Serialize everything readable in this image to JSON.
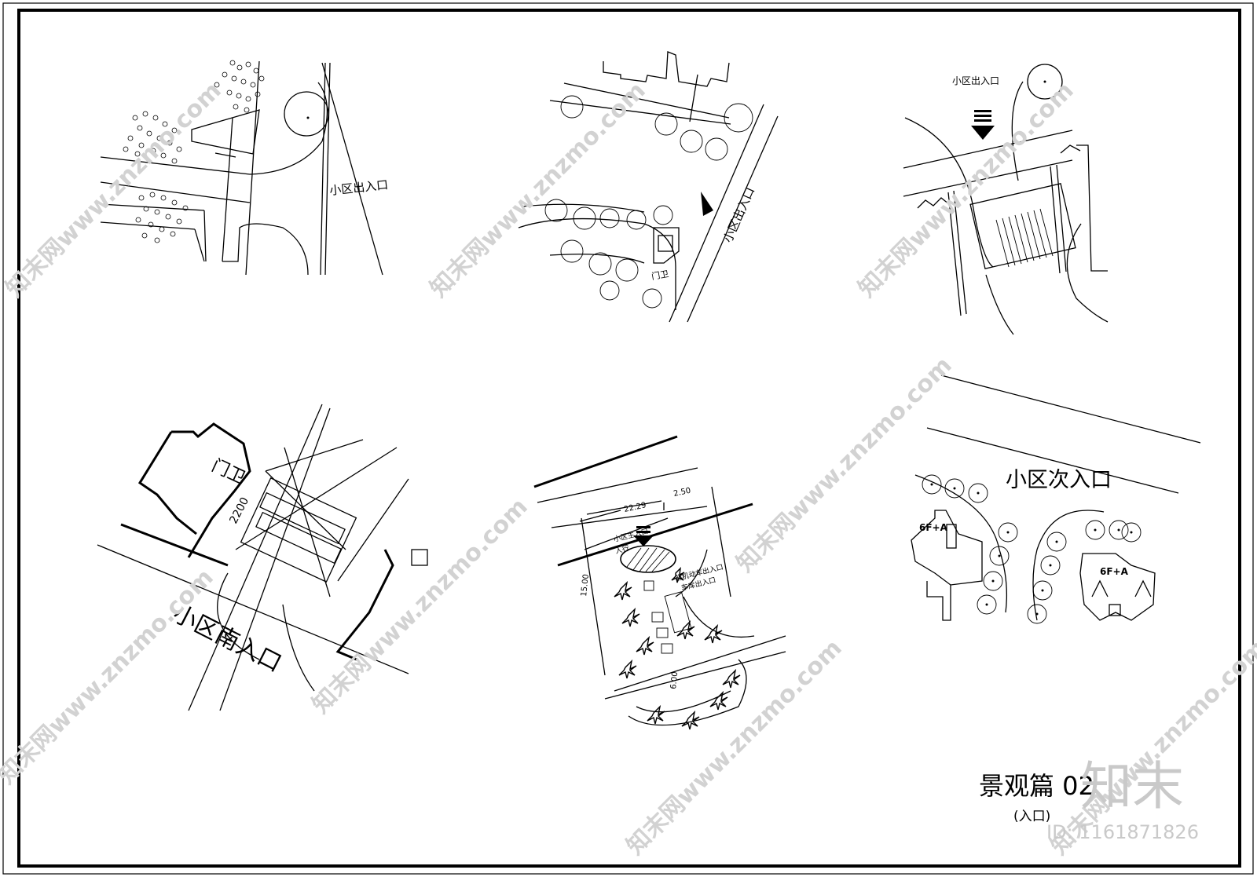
{
  "sheet": {
    "title": "景观篇 02",
    "subtitle": "(入口)"
  },
  "plans": {
    "plan1": {
      "label": "小区出入口"
    },
    "plan2": {
      "label": "小区出入口",
      "guard": "门卫"
    },
    "plan3": {
      "label": "小区出入口"
    },
    "plan4": {
      "label": "小区南入口",
      "guard": "门卫",
      "dim": "2200"
    },
    "plan5": {
      "main_entry": "小区主入口",
      "pedestrian": "人行",
      "vehicle_entry": "非机动车出入口",
      "garage_exit": "车库出入口",
      "dim_top": "22.29",
      "dim_right": "2.50",
      "dim_left": "15.00",
      "dim_bottom": "6.00"
    },
    "plan6": {
      "label": "小区次入口",
      "bldg_a": "6F+A",
      "bldg_b": "6F+A"
    }
  },
  "watermark": {
    "site": "知末网www.znzmo.com",
    "brand": "知末",
    "id": "ID: 1161871826"
  }
}
